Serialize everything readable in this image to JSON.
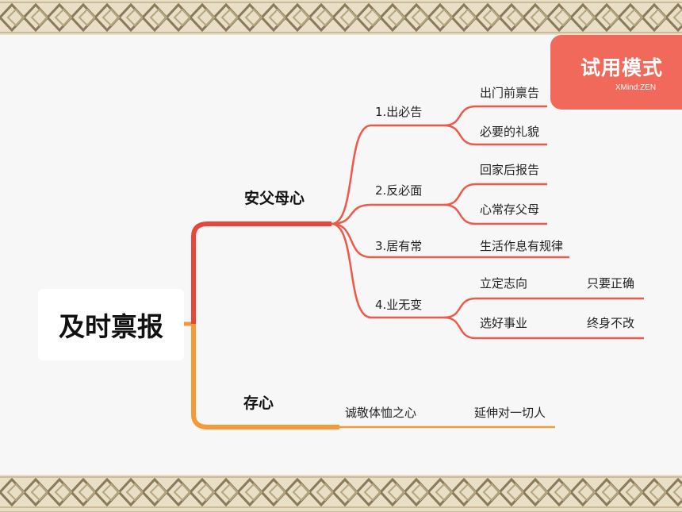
{
  "root": "及时禀报",
  "watermark": {
    "title": "试用模式",
    "brand": "XMind:ZEN"
  },
  "branches": [
    {
      "label": "安父母心",
      "children": [
        {
          "label": "1.出必告",
          "children": [
            "出门前禀告",
            "必要的礼貌"
          ]
        },
        {
          "label": "2.反必面",
          "children": [
            "回家后报告",
            "心常存父母"
          ]
        },
        {
          "label": "3.居有常",
          "children": [
            "生活作息有规律"
          ]
        },
        {
          "label": "4.业无变",
          "children": [
            "立定志向",
            "选好事业"
          ],
          "notes": [
            "只要正确",
            "终身不改"
          ]
        }
      ]
    },
    {
      "label": "存心",
      "children": [
        {
          "label": "诚敬体恤之心",
          "children": [
            "延伸对一切人"
          ]
        }
      ]
    }
  ],
  "colors": {
    "main_red": "#e8463a",
    "orange": "#f59a3a",
    "branch_red": "#ec5a4a",
    "badge": "#f0695a"
  }
}
